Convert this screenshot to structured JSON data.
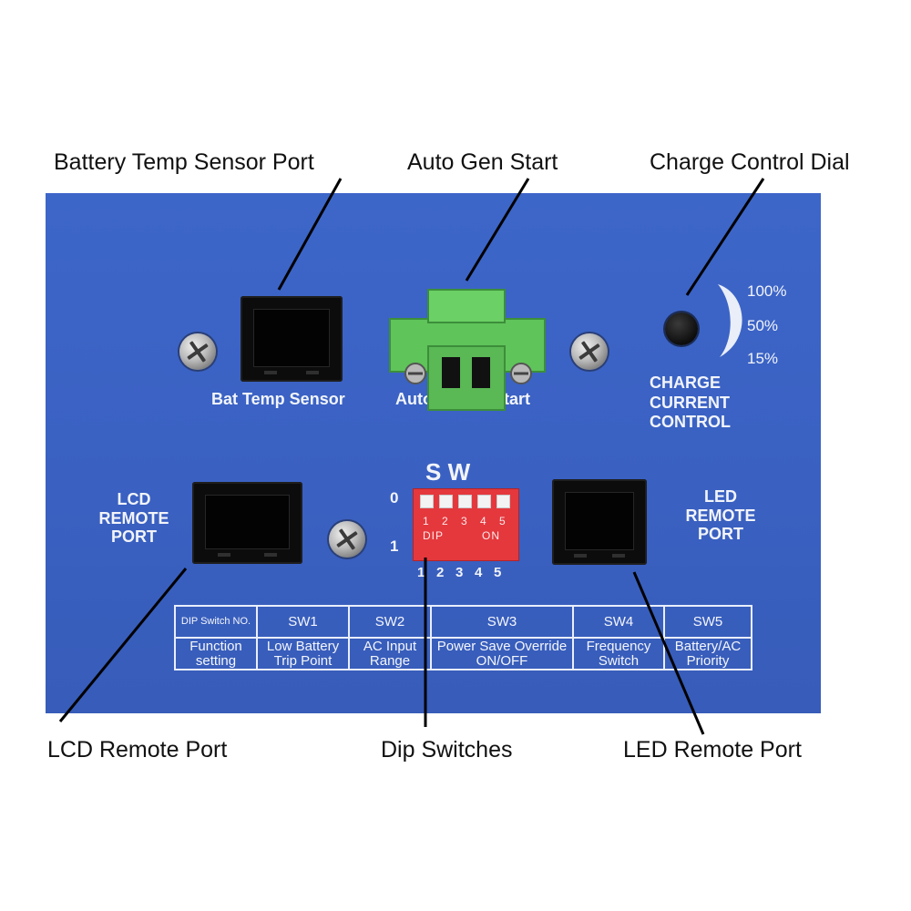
{
  "callouts": {
    "battery_temp_sensor_port": "Battery Temp Sensor Port",
    "auto_gen_start": "Auto Gen Start",
    "charge_control_dial": "Charge Control Dial",
    "lcd_remote_port": "LCD Remote Port",
    "dip_switches": "Dip Switches",
    "led_remote_port": "LED Remote Port"
  },
  "panel": {
    "bat_temp_sensor": "Bat Temp Sensor",
    "auto_gen_start_partial_left": "Auto",
    "auto_gen_start_partial_right": "tart",
    "lcd_remote_port": [
      "LCD",
      "REMOTE",
      "PORT"
    ],
    "led_remote_port": [
      "LED",
      "REMOTE",
      "PORT"
    ],
    "charge_current_control": [
      "CHARGE",
      "CURRENT",
      "CONTROL"
    ],
    "dial_levels": [
      "100%",
      "50%",
      "15%"
    ],
    "sw_heading": "S W",
    "dip_positions": [
      "0",
      "1"
    ],
    "dip_on_chip": {
      "numbers": [
        "1",
        "2",
        "3",
        "4",
        "5"
      ],
      "left_word": "DIP",
      "right_word": "ON"
    },
    "dip_under_numbers": [
      "1",
      "2",
      "3",
      "4",
      "5"
    ]
  },
  "legend_table": {
    "header_row": [
      "DIP Switch NO.",
      "SW1",
      "SW2",
      "SW3",
      "SW4",
      "SW5"
    ],
    "function_row": [
      "Function setting",
      "Low Battery Trip Point",
      "AC Input Range",
      "Power Save Override ON/OFF",
      "Frequency Switch",
      "Battery/AC Priority"
    ]
  },
  "colors": {
    "panel_blue": "#3b63c5",
    "terminal_green": "#5fc45a",
    "dip_red": "#e4383d",
    "silkscreen": "#f2f4fa"
  }
}
